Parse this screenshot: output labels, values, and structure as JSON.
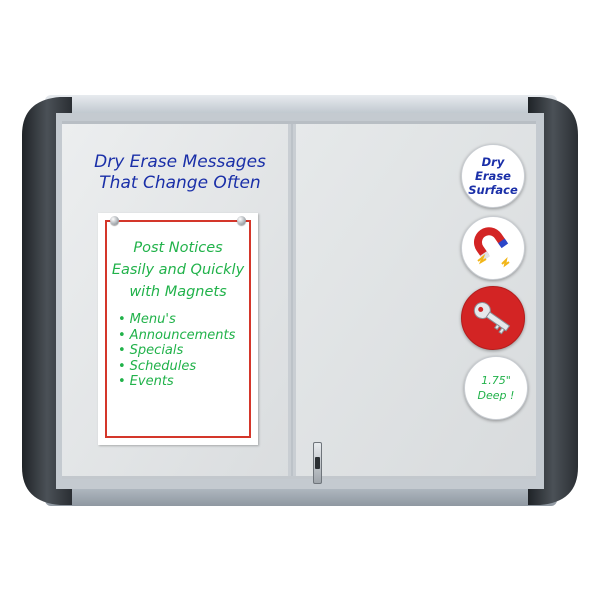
{
  "board": {
    "headline": [
      "Dry Erase Messages",
      "That Change Often"
    ],
    "paper": {
      "title": [
        "Post Notices",
        "Easily and Quickly",
        "with Magnets"
      ],
      "bullets": [
        "Menu's",
        "Announcements",
        "Specials",
        "Schedules",
        "Events"
      ]
    },
    "badges": {
      "dry_erase": [
        "Dry Erase",
        "Surface"
      ],
      "magnet_icon": "horseshoe-magnet-icon",
      "key_icon": "key-icon",
      "depth": [
        "1.75\"",
        "Deep !"
      ]
    }
  },
  "colors": {
    "headline_blue": "#1a2fa8",
    "notice_green": "#21b24a",
    "border_red": "#d4362a",
    "badge_red": "#d32424",
    "frame_black": "#3a3f44",
    "frame_silver": "#b9c1c9",
    "board_gray": "#e2e5e6"
  }
}
